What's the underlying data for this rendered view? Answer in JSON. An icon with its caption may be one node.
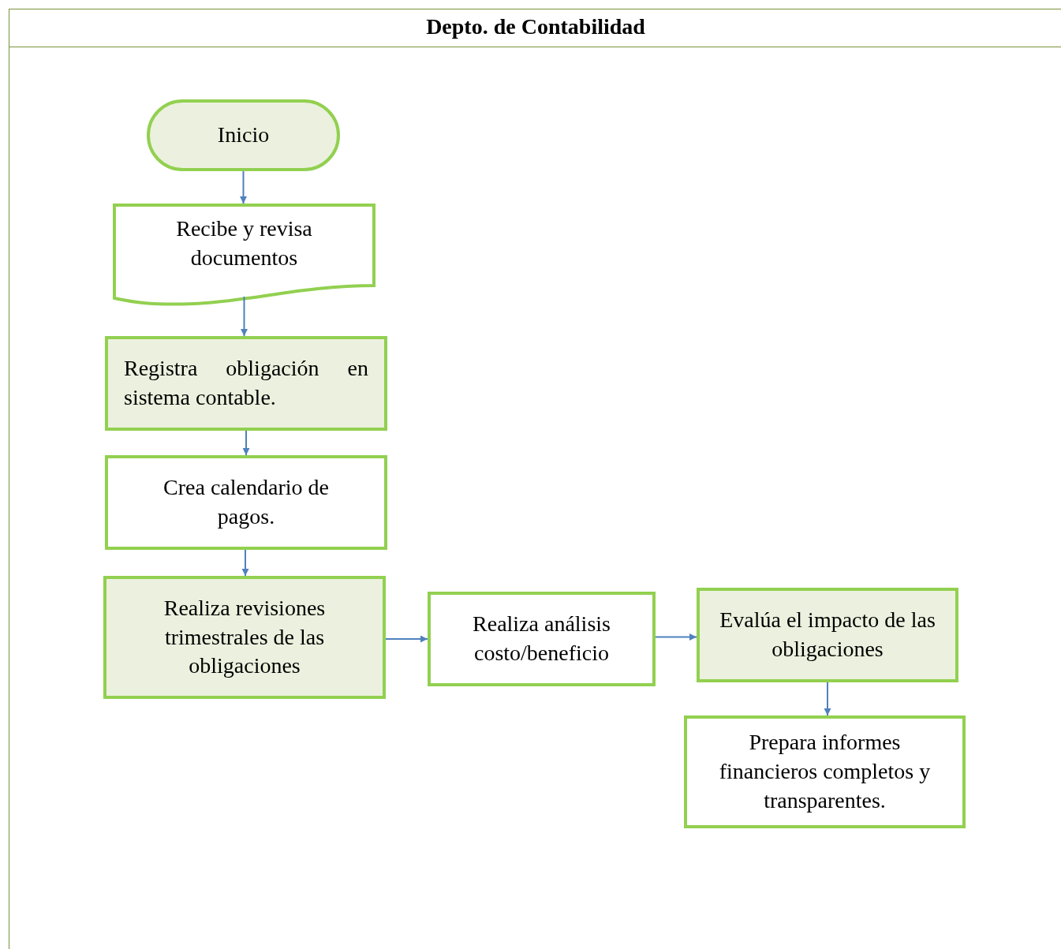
{
  "diagram": {
    "nodes": [
      {
        "text": [
          "Depto. de Contabilidad"
        ]
      },
      {
        "text": [
          "Inicio"
        ],
        "in": 0
      },
      {
        "text": [
          "Recibe y revisa documentos"
        ],
        "in": 0
      },
      {
        "text": [
          "Registra obligación en sistema contable."
        ],
        "in": 0
      },
      {
        "text": [
          "Crea calendario de pagos."
        ],
        "in": 0
      },
      {
        "text": [
          "Realiza revisiones trimestrales de las obligaciones"
        ],
        "in": 0
      },
      {
        "text": [
          "Realiza análisis costo/beneficio"
        ],
        "in": 0
      },
      {
        "text": [
          "Evalúa el impacto de las obligaciones"
        ],
        "in": 0
      },
      {
        "text": [
          "Prepara informes financieros completos y transparentes."
        ],
        "in": 0
      }
    ],
    "edges": [
      {
        "from": 1,
        "to": 2,
        "arrow": "to"
      },
      {
        "from": 2,
        "to": 3,
        "arrow": "to"
      },
      {
        "from": 3,
        "to": 4,
        "arrow": "to"
      },
      {
        "from": 4,
        "to": 5,
        "arrow": "to"
      },
      {
        "from": 5,
        "to": 6,
        "arrow": "to"
      },
      {
        "from": 6,
        "to": 7,
        "arrow": "to"
      },
      {
        "from": 7,
        "to": 8,
        "arrow": "to"
      }
    ]
  }
}
